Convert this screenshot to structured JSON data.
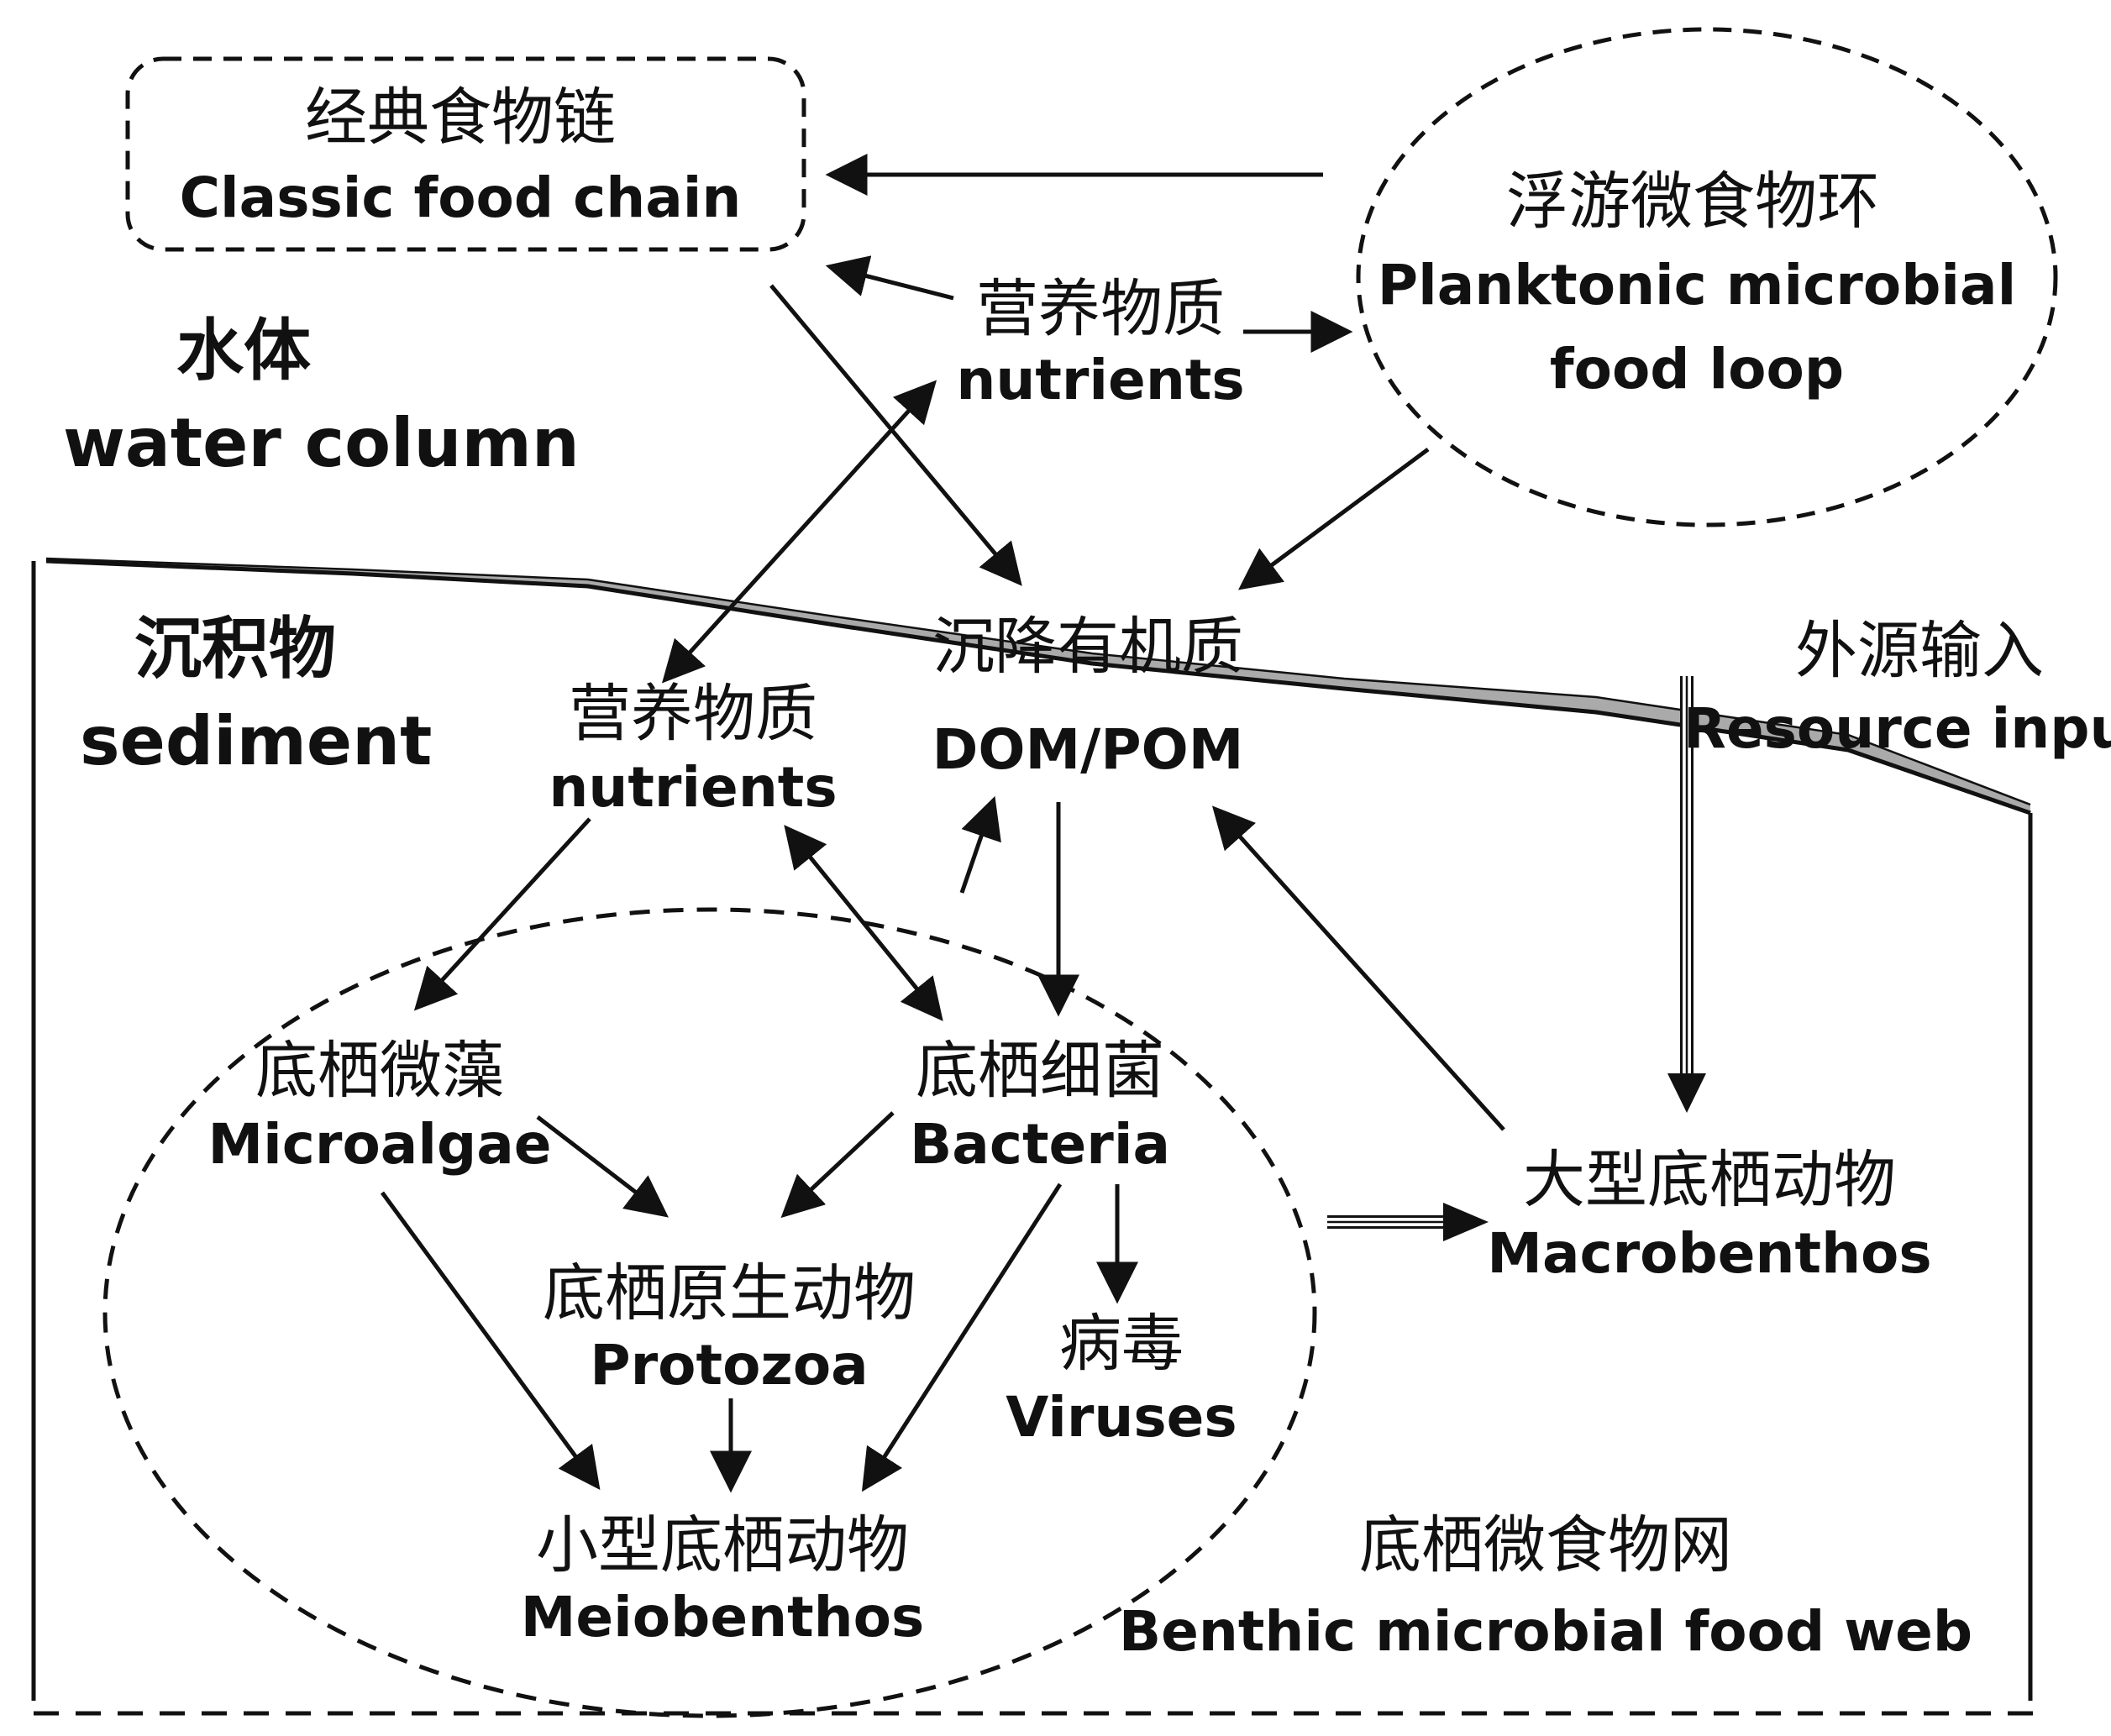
{
  "zones": {
    "water": {
      "zh": "水体",
      "en": "water column"
    },
    "sediment": {
      "zh": "沉积物",
      "en": "sediment"
    }
  },
  "nodes": {
    "classic": {
      "zh": "经典食物链",
      "en": "Classic food chain"
    },
    "planktonic": {
      "zh": "浮游微食物环",
      "en_line1": "Planktonic microbial",
      "en_line2": "food loop"
    },
    "nutrients_top": {
      "zh": "营养物质",
      "en": "nutrients"
    },
    "settling": {
      "zh": "沉降有机质",
      "en": "DOM/POM"
    },
    "resource": {
      "zh": "外源输入",
      "en": "Resource input"
    },
    "nutrients_sed": {
      "zh": "营养物质",
      "en": "nutrients"
    },
    "microalgae": {
      "zh": "底栖微藻",
      "en": "Microalgae"
    },
    "bacteria": {
      "zh": "底栖细菌",
      "en": "Bacteria"
    },
    "protozoa": {
      "zh": "底栖原生动物",
      "en": "Protozoa"
    },
    "viruses": {
      "zh": "病毒",
      "en": "Viruses"
    },
    "meiobenthos": {
      "zh": "小型底栖动物",
      "en": "Meiobenthos"
    },
    "macrobenthos": {
      "zh": "大型底栖动物",
      "en": "Macrobenthos"
    },
    "benthic_web": {
      "zh": "底栖微食物网",
      "en": "Benthic microbial food web"
    }
  }
}
